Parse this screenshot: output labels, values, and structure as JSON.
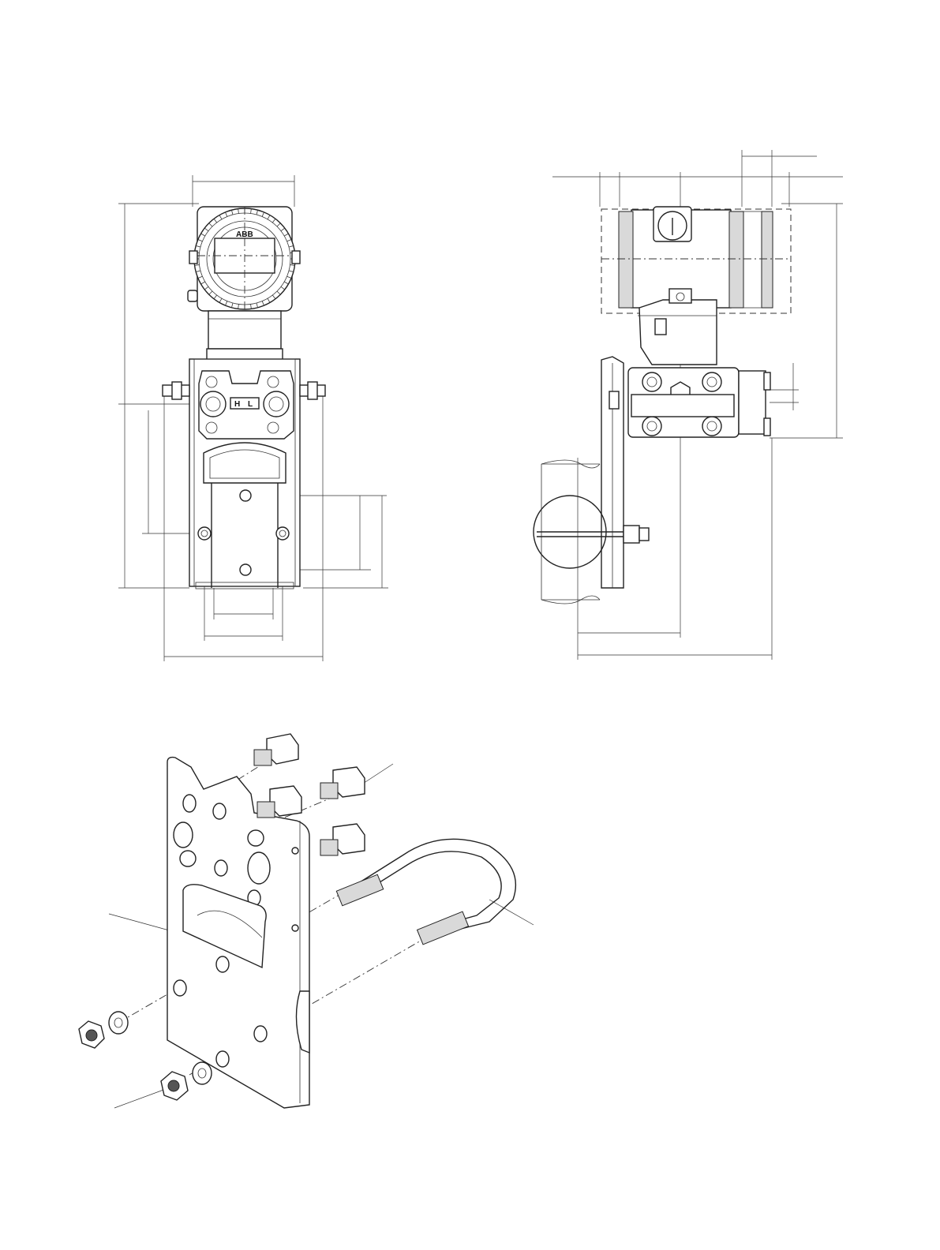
{
  "front_view": {
    "logo_text": "ABB",
    "port_labels": [
      "H",
      "L"
    ]
  },
  "side_view": {},
  "exploded_view": {}
}
